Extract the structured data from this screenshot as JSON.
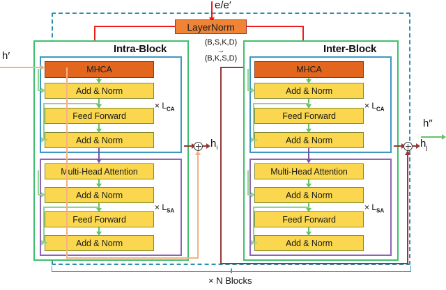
{
  "figure": {
    "title": "Hierarchical Intra/Inter Transformer Block Diagram",
    "type": "architecture-diagram"
  },
  "io": {
    "top_input": "e/e′",
    "left_input": "h′",
    "right_output": "h″",
    "intra_sum_output": "h",
    "intra_sum_output_sub": "i",
    "inter_sum_output": "h",
    "inter_sum_output_sub": "j",
    "plus_symbol": "⊕"
  },
  "layernorm": {
    "label": "LayerNorm"
  },
  "shape_note": {
    "line1": "(B,S,K,D)",
    "line2": "→",
    "line3": "(B,K,S,D)"
  },
  "repeat_labels": {
    "cross_attn": "× L",
    "cross_attn_sub": "CA",
    "self_attn": "× L",
    "self_attn_sub": "SA"
  },
  "bottom_label": {
    "text": "× N Blocks"
  },
  "blocks": [
    {
      "id": "intra",
      "title": "Intra-Block",
      "cross_attention_group": {
        "repeat": "× L",
        "repeat_sub": "CA",
        "nodes": [
          {
            "label": "MHCA",
            "style": "orange"
          },
          {
            "label": "Add & Norm",
            "style": "yellow"
          },
          {
            "label": "Feed Forward",
            "style": "yellow"
          },
          {
            "label": "Add & Norm",
            "style": "yellow"
          }
        ]
      },
      "self_attention_group": {
        "repeat": "× L",
        "repeat_sub": "SA",
        "nodes": [
          {
            "label": "Multi-Head Attention",
            "style": "yellow"
          },
          {
            "label": "Add & Norm",
            "style": "yellow"
          },
          {
            "label": "Feed Forward",
            "style": "yellow"
          },
          {
            "label": "Add & Norm",
            "style": "yellow"
          }
        ]
      }
    },
    {
      "id": "inter",
      "title": "Inter-Block",
      "cross_attention_group": {
        "repeat": "× L",
        "repeat_sub": "CA",
        "nodes": [
          {
            "label": "MHCA",
            "style": "orange"
          },
          {
            "label": "Add & Norm",
            "style": "yellow"
          },
          {
            "label": "Feed Forward",
            "style": "yellow"
          },
          {
            "label": "Add & Norm",
            "style": "yellow"
          }
        ]
      },
      "self_attention_group": {
        "repeat": "× L",
        "repeat_sub": "SA",
        "nodes": [
          {
            "label": "Multi-Head Attention",
            "style": "yellow"
          },
          {
            "label": "Add & Norm",
            "style": "yellow"
          },
          {
            "label": "Feed Forward",
            "style": "yellow"
          },
          {
            "label": "Add & Norm",
            "style": "yellow"
          }
        ]
      }
    }
  ],
  "colors": {
    "orange_node": "#e2661d",
    "yellow_node": "#fad74e",
    "layernorm": "#ef8436",
    "green_frame": "#3fbf6f",
    "teal_frame": "#3d97c4",
    "purple_frame": "#8e63b5",
    "red_arrow": "#ee1c1c",
    "dark_red_arrow": "#953735",
    "light_orange_arrow": "#f5b183",
    "dashed_border": "#2a8fae"
  }
}
